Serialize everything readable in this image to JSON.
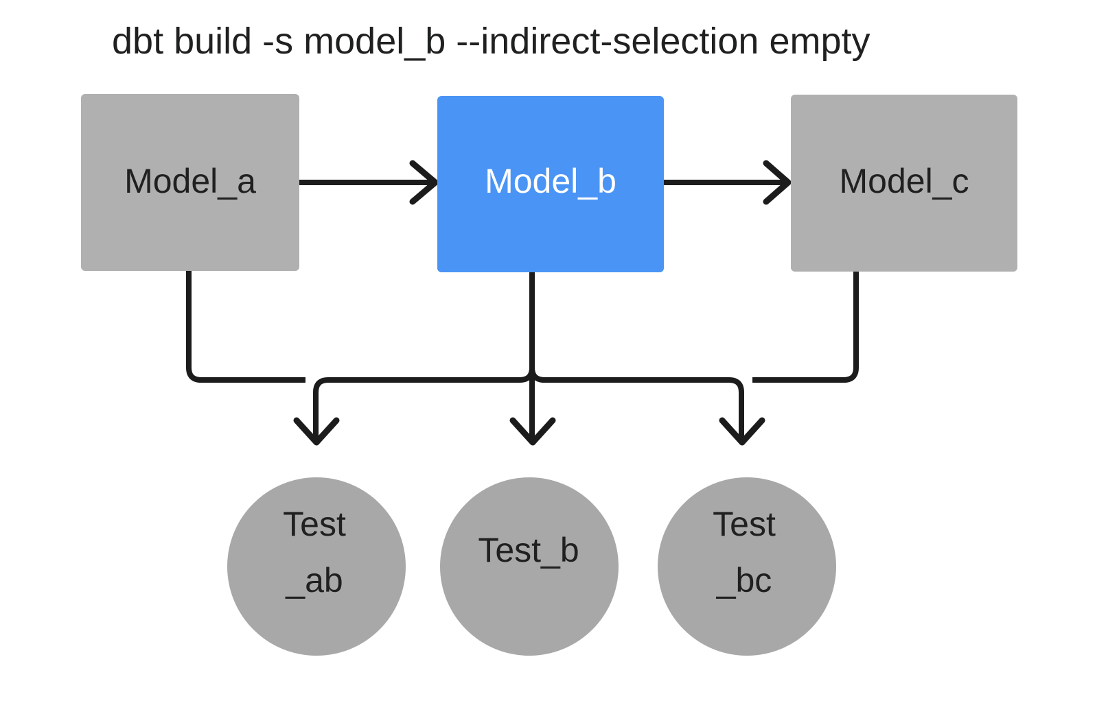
{
  "title": "dbt build -s model_b --indirect-selection empty",
  "colors": {
    "background": "#ffffff",
    "node_gray": "#b0b0b0",
    "node_selected_blue": "#4a94f5",
    "edge_black": "#1c1c1c",
    "text_dark": "#202020",
    "text_light": "#ffffff",
    "title_text": "#1f2020"
  },
  "models": [
    {
      "id": "model_a",
      "label": "Model_a",
      "shape": "rect",
      "state": "unselected"
    },
    {
      "id": "model_b",
      "label": "Model_b",
      "shape": "rect",
      "state": "selected"
    },
    {
      "id": "model_c",
      "label": "Model_c",
      "shape": "rect",
      "state": "unselected"
    }
  ],
  "tests": [
    {
      "id": "test_ab",
      "label_line1": "Test",
      "label_line2": "_ab",
      "shape": "circle",
      "state": "unselected"
    },
    {
      "id": "test_b",
      "label_line1": "Test_b",
      "label_line2": "",
      "shape": "circle",
      "state": "unselected"
    },
    {
      "id": "test_bc",
      "label_line1": "Test",
      "label_line2": "_bc",
      "shape": "circle",
      "state": "unselected"
    }
  ],
  "edges": [
    {
      "id": "edge-model-a-to-model-b",
      "from": "model_a",
      "to": "model_b",
      "style": "straight-right-arrow"
    },
    {
      "id": "edge-model-b-to-model-c",
      "from": "model_b",
      "to": "model_c",
      "style": "straight-right-arrow"
    },
    {
      "id": "edge-model-a-to-test-ab",
      "from": "model_a",
      "to": "test_ab",
      "style": "elbow-down-arrow"
    },
    {
      "id": "edge-model-b-to-test-ab",
      "from": "model_b",
      "to": "test_ab",
      "style": "elbow-down-arrow"
    },
    {
      "id": "edge-model-b-to-test-b",
      "from": "model_b",
      "to": "test_b",
      "style": "straight-down-arrow"
    },
    {
      "id": "edge-model-b-to-test-bc",
      "from": "model_b",
      "to": "test_bc",
      "style": "elbow-down-arrow"
    },
    {
      "id": "edge-model-c-to-test-bc",
      "from": "model_c",
      "to": "test_bc",
      "style": "elbow-down-arrow"
    }
  ]
}
